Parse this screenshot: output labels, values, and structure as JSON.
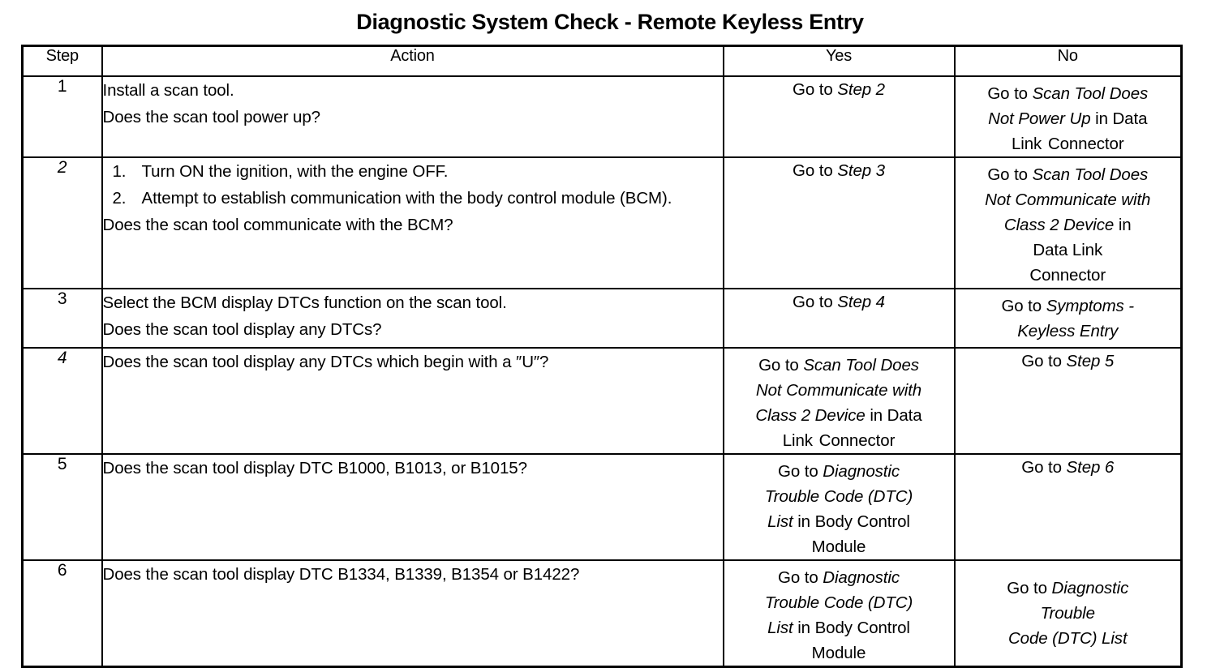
{
  "document": {
    "title": "Diagnostic System Check - Remote Keyless Entry"
  },
  "table": {
    "columns": [
      {
        "key": "step",
        "label": "Step"
      },
      {
        "key": "action",
        "label": "Action"
      },
      {
        "key": "yes",
        "label": "Yes"
      },
      {
        "key": "no",
        "label": "No"
      }
    ],
    "rows": [
      {
        "step": "1",
        "action_lines": [
          "Install a scan tool.",
          "Does the scan tool power up?"
        ],
        "yes_prefix": "Go to ",
        "yes_ref": "Step 2",
        "yes_suffix": "",
        "no_prefix": "Go to ",
        "no_ref": "Scan Tool Does Not Power Up",
        "no_suffix": " in Data Link Connector",
        "no_full": "Go to Scan Tool Does Not Power Up in Data Link Connector",
        "yes_full": "Go to Step 2"
      },
      {
        "step": "2",
        "list_items": [
          {
            "num": "1.",
            "text": "Turn ON the ignition, with the engine OFF."
          },
          {
            "num": "2.",
            "text": "Attempt to establish communication with the body control module (BCM)."
          }
        ],
        "action_lines": [
          "Does the scan tool communicate with the BCM?"
        ],
        "yes_prefix": "Go to ",
        "yes_ref": "Step 3",
        "yes_suffix": "",
        "no_prefix": "Go to ",
        "no_ref": "Scan Tool Does Not Communicate with Class 2 Device",
        "no_suffix": " in Data Link Connector",
        "no_full": "Go to Scan Tool Does Not Communicate with Class 2 Device in Data Link Connector",
        "yes_full": "Go to Step 3"
      },
      {
        "step": "3",
        "action_lines": [
          "Select the BCM display DTCs function on the scan tool.",
          "Does the scan tool display any DTCs?"
        ],
        "yes_prefix": "Go to ",
        "yes_ref": "Step 4",
        "yes_suffix": "",
        "no_prefix": "Go to ",
        "no_ref": "Symptoms - Keyless Entry",
        "no_suffix": "",
        "no_full": "Go to Symptoms - Keyless Entry",
        "yes_full": "Go to Step 4"
      },
      {
        "step": "4",
        "action_lines": [
          "Does the scan tool display any DTCs which begin with a ″U″?"
        ],
        "yes_prefix": "Go to ",
        "yes_ref": "Scan Tool Does Not Communicate with Class 2 Device",
        "yes_suffix": " in Data Link Connector",
        "no_prefix": "Go to ",
        "no_ref": "Step 5",
        "no_suffix": "",
        "no_full": "Go to Step 5",
        "yes_full": "Go to Scan Tool Does Not Communicate with Class 2 Device in Data Link Connector"
      },
      {
        "step": "5",
        "action_lines": [
          "Does the scan tool display DTC B1000, B1013, or B1015?"
        ],
        "yes_prefix": "Go to ",
        "yes_ref": "Diagnostic Trouble Code (DTC) List",
        "yes_suffix": " in Body Control Module",
        "no_prefix": "Go to ",
        "no_ref": "Step 6",
        "no_suffix": "",
        "no_full": "Go to Step 6",
        "yes_full": "Go to Diagnostic Trouble Code (DTC) List in Body Control Module"
      },
      {
        "step": "6",
        "action_lines": [
          "Does the scan tool display DTC B1334, B1339, B1354 or B1422?"
        ],
        "yes_prefix": "Go to ",
        "yes_ref": "Diagnostic Trouble Code (DTC) List",
        "yes_suffix": " in Body Control Module",
        "no_prefix": "Go to ",
        "no_ref": "Diagnostic Trouble Code (DTC) List",
        "no_suffix": "",
        "no_full": "Go to Diagnostic Trouble Code (DTC) List",
        "yes_full": "Go to Diagnostic Trouble Code (DTC) List in Body Control Module"
      }
    ]
  },
  "line_breaks": {
    "r1_yes": [
      "Go to Step 2"
    ],
    "r1_no": [
      "Go to Scan Tool Does",
      "Not Power Up in Data",
      "Link  Connector"
    ],
    "r2_yes": [
      "Go to Step 3"
    ],
    "r2_no": [
      "Go to Scan Tool Does",
      "Not Communicate with",
      "Class 2 Device in",
      "Data Link",
      "Connector"
    ],
    "r3_yes": [
      "Go to Step 4"
    ],
    "r3_no": [
      "Go to Symptoms -",
      "Keyless Entry"
    ],
    "r4_yes": [
      "Go to Scan Tool Does",
      "Not Communicate with",
      "Class 2 Device in Data",
      "Link  Connector"
    ],
    "r4_no": [
      "Go to Step 5"
    ],
    "r5_yes": [
      "Go to Diagnostic",
      "Trouble Code (DTC)",
      "List in Body Control",
      "Module"
    ],
    "r5_no": [
      "Go to Step 6"
    ],
    "r6_yes": [
      "Go to Diagnostic",
      "Trouble Code (DTC)",
      "List in Body Control",
      "Module"
    ],
    "r6_no": [
      "Go to Diagnostic",
      "Trouble",
      "Code (DTC) List"
    ]
  },
  "colors": {
    "ink": "#000000",
    "paper": "#ffffff"
  }
}
